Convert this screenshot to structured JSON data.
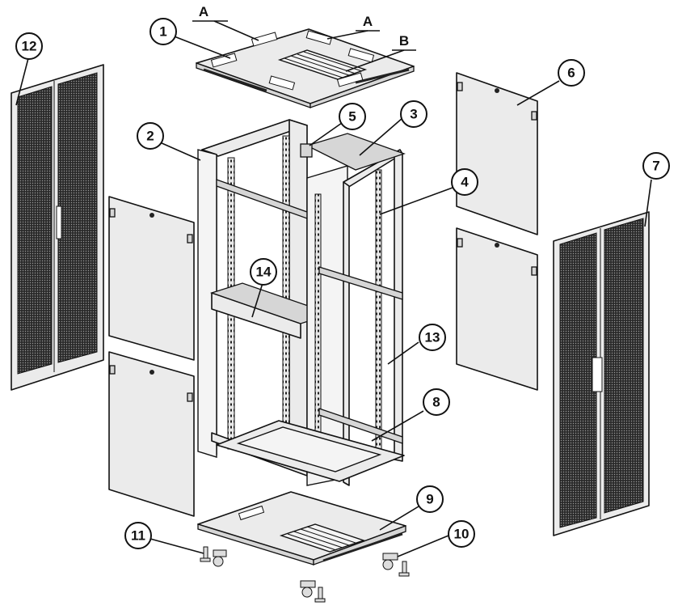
{
  "callouts": [
    {
      "label": "1"
    },
    {
      "label": "2"
    },
    {
      "label": "3"
    },
    {
      "label": "4"
    },
    {
      "label": "5"
    },
    {
      "label": "6"
    },
    {
      "label": "7"
    },
    {
      "label": "8"
    },
    {
      "label": "9"
    },
    {
      "label": "10"
    },
    {
      "label": "11"
    },
    {
      "label": "12"
    },
    {
      "label": "13"
    },
    {
      "label": "14"
    }
  ],
  "letters": [
    {
      "label": "A"
    },
    {
      "label": "A"
    },
    {
      "label": "B"
    }
  ]
}
